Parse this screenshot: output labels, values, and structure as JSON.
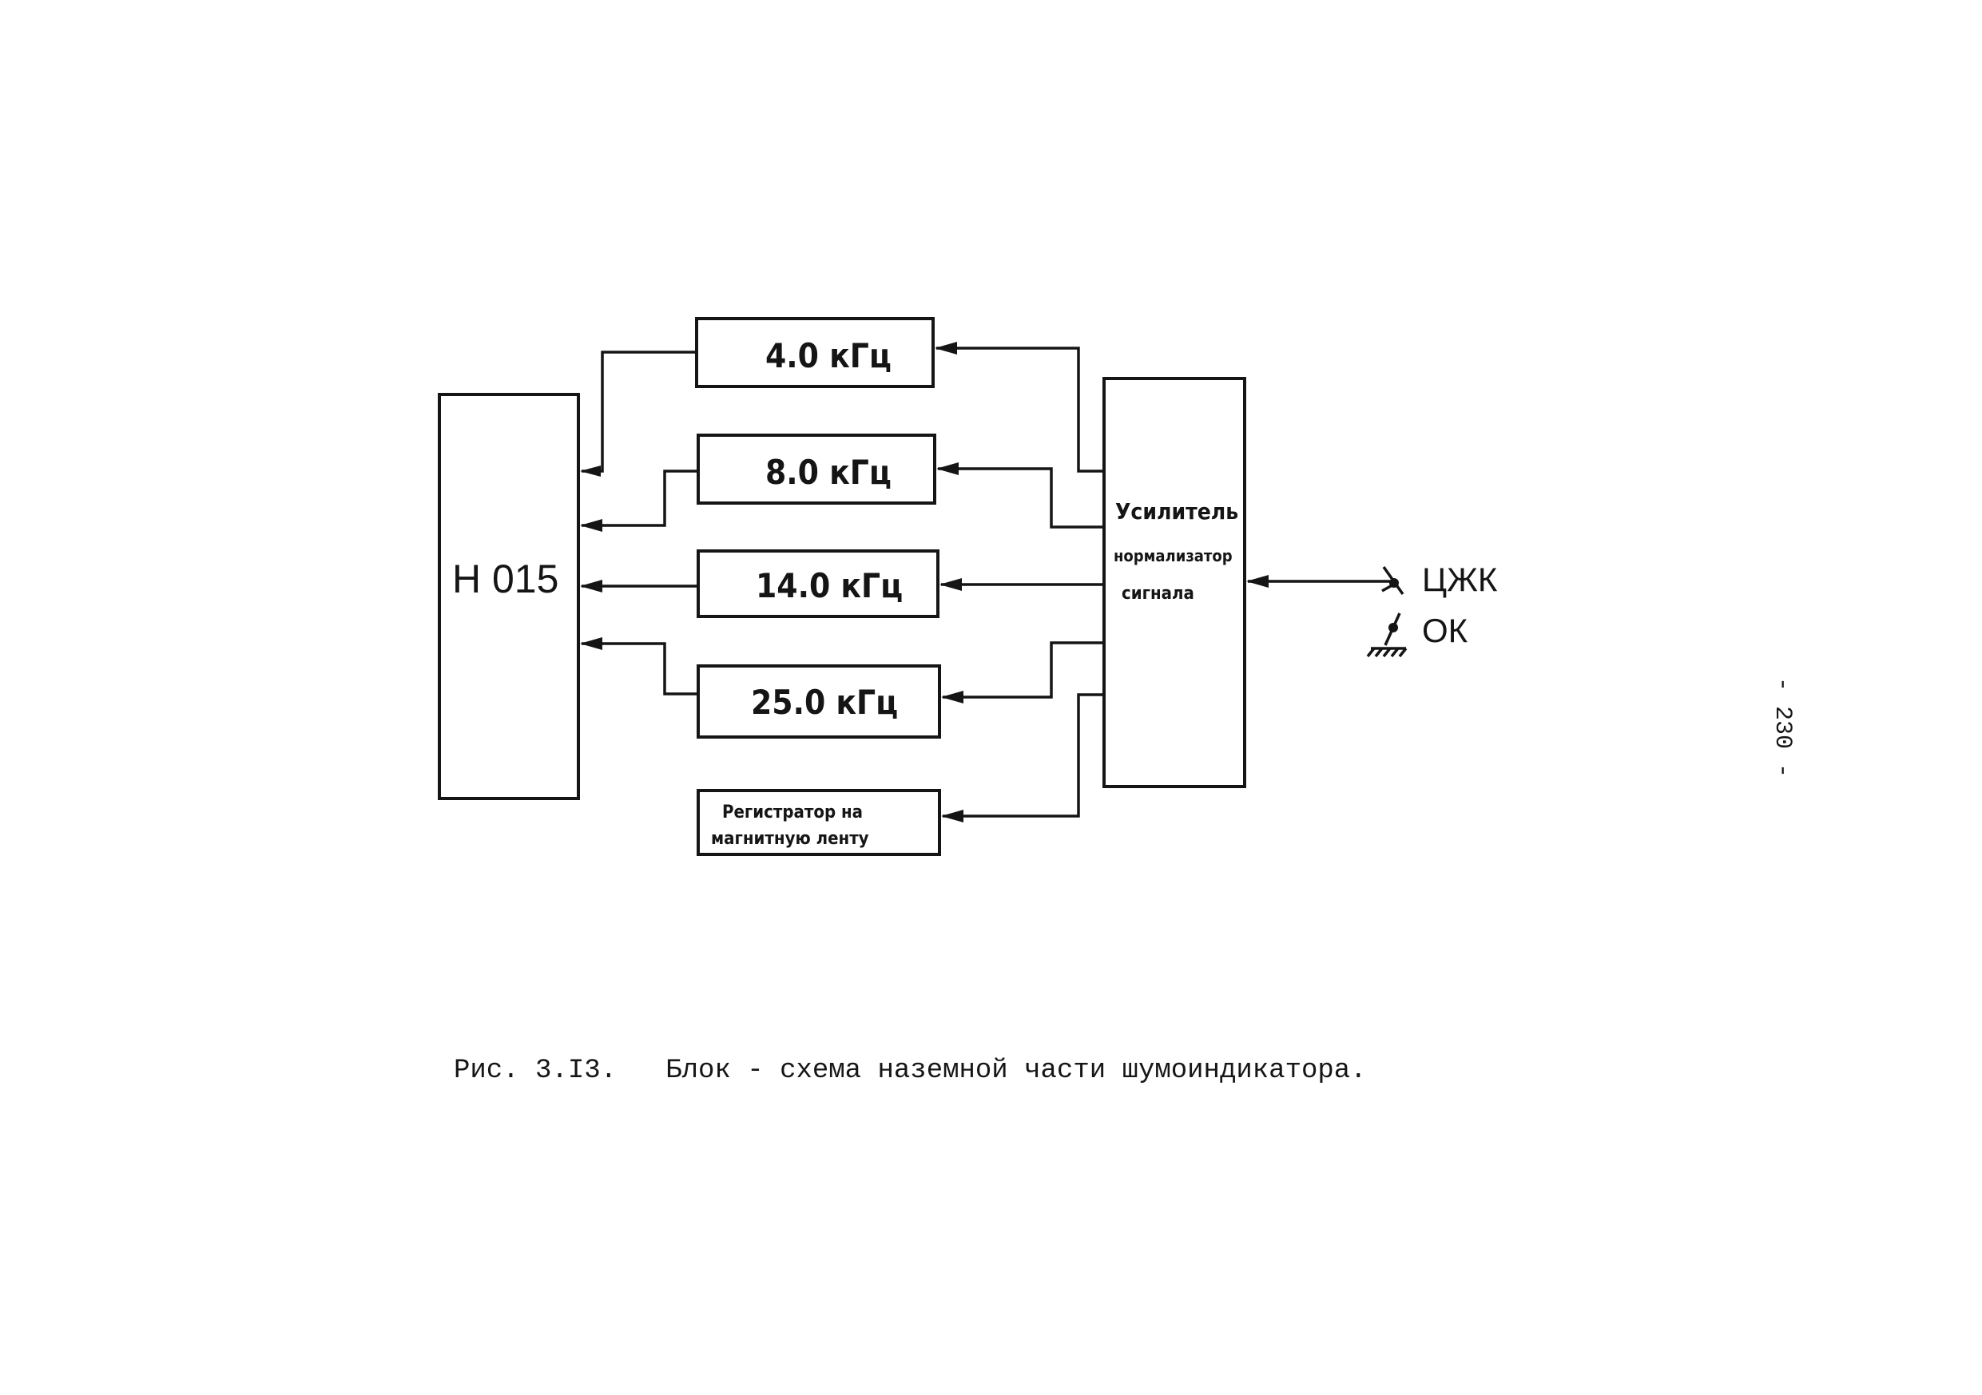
{
  "diagram": {
    "blocks": {
      "recorder_unit": "Н 015",
      "filter_4": "4.0 кГц",
      "filter_8": "8.0 кГц",
      "filter_14": "14.0 кГц",
      "filter_25": "25.0 кГц",
      "tape_recorder_line1": "Регистратор на",
      "tape_recorder_line2": "магнитную ленту",
      "amplifier_line1": "Усилитель",
      "amplifier_line2": "нормализатор",
      "amplifier_line3": "сигнала"
    },
    "terminals": {
      "cable_core": "ЦЖК",
      "ground": "ОК"
    }
  },
  "caption": "Рис. 3.I3.   Блок - схема наземной части шумоиндикатора.",
  "page_number": "- 230 -"
}
